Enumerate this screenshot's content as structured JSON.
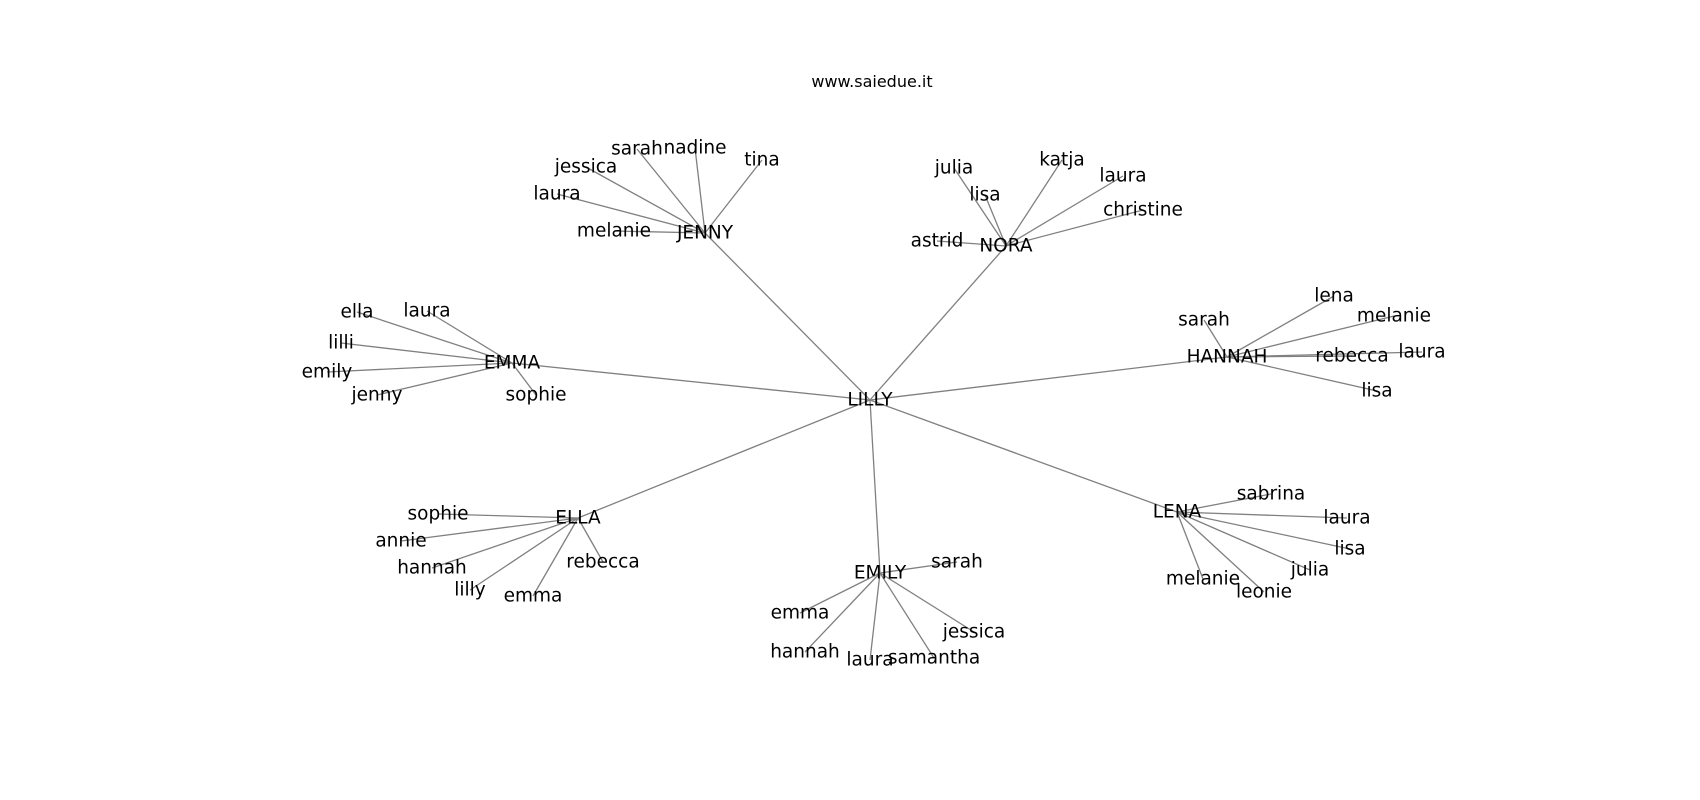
{
  "title": "www.saiedue.it",
  "colors": {
    "background": "#ffffff",
    "edge": "#808080",
    "text": "#000000"
  },
  "graph": {
    "root": "LILLY",
    "groups": [
      {
        "name": "JENNY",
        "children": [
          "sarah",
          "nadine",
          "tina",
          "jessica",
          "laura",
          "melanie"
        ]
      },
      {
        "name": "NORA",
        "children": [
          "julia",
          "katja",
          "laura",
          "lisa",
          "christine",
          "astrid"
        ]
      },
      {
        "name": "EMMA",
        "children": [
          "ella",
          "laura",
          "lilli",
          "emily",
          "jenny",
          "sophie"
        ]
      },
      {
        "name": "HANNAH",
        "children": [
          "lena",
          "sarah",
          "melanie",
          "rebecca",
          "laura",
          "lisa"
        ]
      },
      {
        "name": "ELLA",
        "children": [
          "sophie",
          "annie",
          "hannah",
          "lilly",
          "emma",
          "rebecca"
        ]
      },
      {
        "name": "EMILY",
        "children": [
          "sarah",
          "emma",
          "hannah",
          "laura",
          "samantha",
          "jessica"
        ]
      },
      {
        "name": "LENA",
        "children": [
          "sabrina",
          "laura",
          "lisa",
          "julia",
          "melanie",
          "leonie"
        ]
      }
    ]
  }
}
